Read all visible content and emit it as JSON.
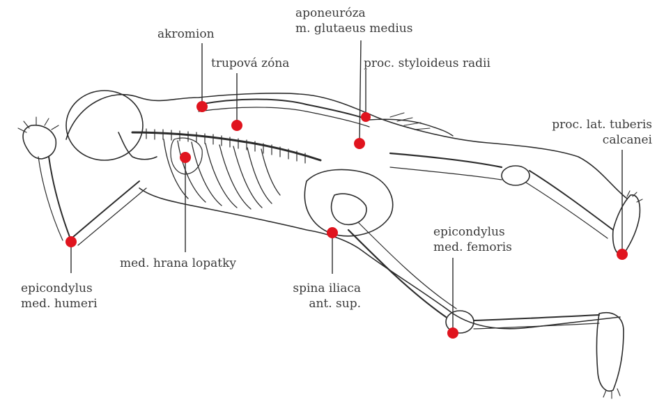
{
  "labels": {
    "akromion": "akromion",
    "aponeuroza_1": "aponeuróza",
    "aponeuroza_2": "m. glutaeus medius",
    "trupova_zona": "trupová zóna",
    "proc_styloideus": "proc. styloideus radii",
    "proc_lat_1": "proc. lat. tuberis",
    "proc_lat_2": "calcanei",
    "epicondylus_fem_1": "epicondylus",
    "epicondylus_fem_2": "med. femoris",
    "med_hrana": "med. hrana lopatky",
    "epicondylus_hum_1": "epicondylus",
    "epicondylus_hum_2": "med. humeri",
    "spina_1": "spina iliaca",
    "spina_2": "ant. sup."
  },
  "colors": {
    "marker": "#e0141e",
    "outline": "#2b2b2b",
    "text": "#3a3a3a"
  }
}
